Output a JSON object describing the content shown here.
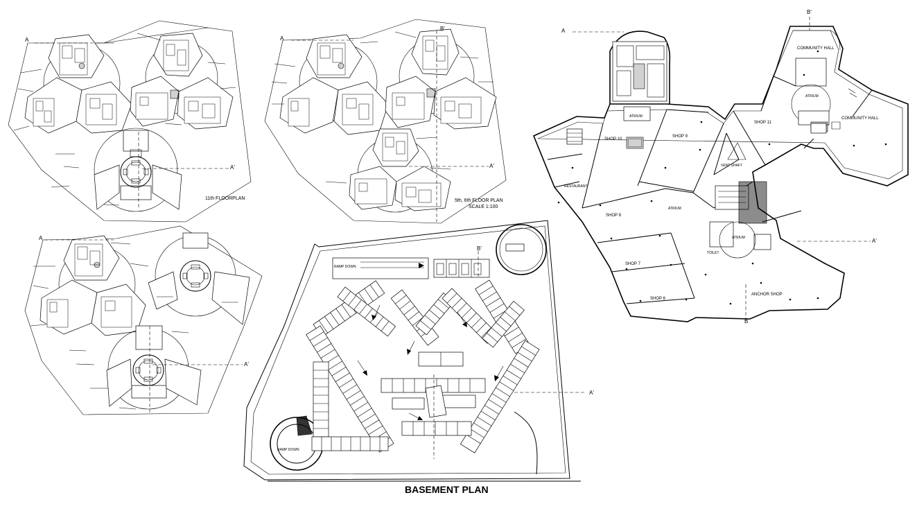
{
  "sheet": {
    "floor11_caption": "11th FLOORPLAN",
    "floor56_caption": "5th, 6th FLOOR PLAN",
    "floor56_scale": "SCALE 1:100",
    "basement_title": "BASEMENT PLAN"
  },
  "section_marks": {
    "a": "A",
    "a_prime": "A'",
    "b": "B",
    "b_prime": "B'"
  },
  "ground_floor": {
    "rooms": {
      "community_hall_1": "COMMUNITY HALL",
      "community_hall_2": "COMMUNITY HALL",
      "atrium_top": "ATRIUM",
      "atrium_right": "ATRIUM",
      "atrium_mid": "ATRIUM",
      "atrium_lower": "ATRIUM",
      "shop_11": "SHOP 11",
      "shop_10": "SHOP 10",
      "shop_9": "SHOP 9",
      "shop_8": "SHOP 8",
      "shop_7": "SHOP 7",
      "shop_6": "SHOP 6",
      "restaurant": "RESTAURANT",
      "vent_shaft": "VENT SHAFT",
      "toilet": "TOILET",
      "anchor_shop": "ANCHOR SHOP"
    }
  },
  "basement": {
    "ramp_up_note": "RAMP DOWN",
    "ramp_down_note": "RAMP DOWN"
  },
  "colors": {
    "ink": "#000000",
    "paper": "#ffffff",
    "marker": "#c8802a"
  }
}
